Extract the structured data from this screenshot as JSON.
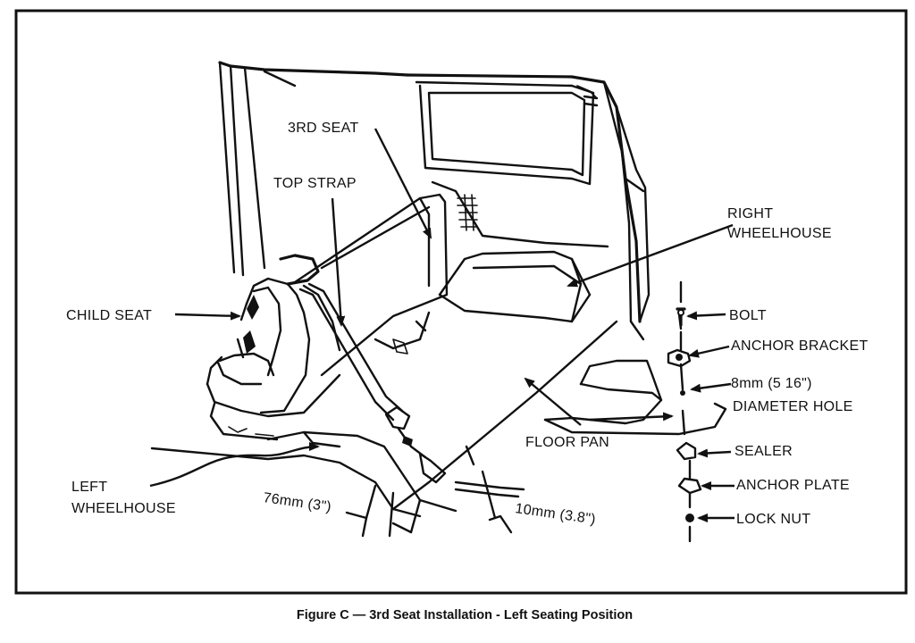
{
  "labels": {
    "third_seat": "3RD SEAT",
    "top_strap": "TOP STRAP",
    "child_seat": "CHILD SEAT",
    "left_wheelhouse_1": "LEFT",
    "left_wheelhouse_2": "WHEELHOUSE",
    "right_wheelhouse_1": "RIGHT",
    "right_wheelhouse_2": "WHEELHOUSE",
    "floor_pan": "FLOOR PAN",
    "dim_76": "76mm (3\")",
    "dim_10": "10mm (3.8\")",
    "bolt": "BOLT",
    "anchor_bracket": "ANCHOR BRACKET",
    "hole_size": "8mm (5 16\")",
    "diameter_hole": "DIAMETER HOLE",
    "sealer": "SEALER",
    "anchor_plate": "ANCHOR PLATE",
    "lock_nut": "LOCK NUT"
  },
  "caption": "Figure C — 3rd Seat Installation - Left Seating Position"
}
